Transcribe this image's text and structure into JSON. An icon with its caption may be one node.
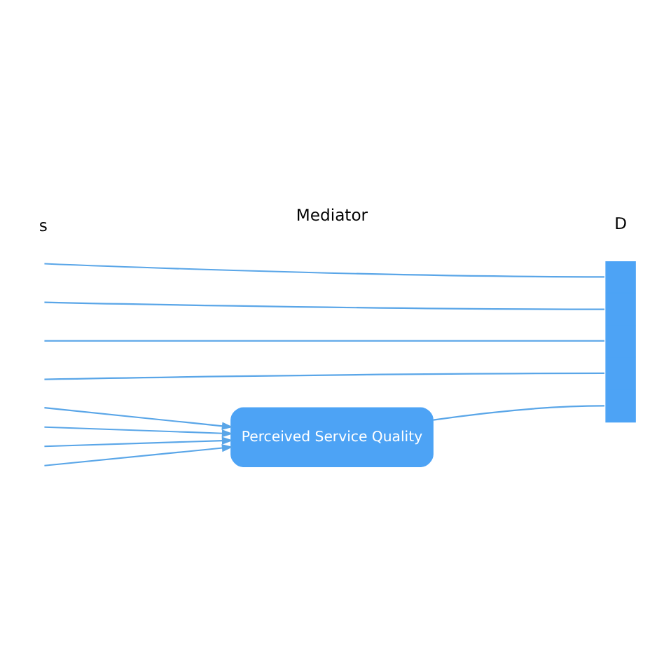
{
  "diagram": {
    "nodes": [
      {
        "text": [
          "Perceived Service Quality"
        ]
      },
      {
        "text": [],
        "shape": "box"
      }
    ],
    "edges": [
      {
        "from": null,
        "to": 0,
        "arrow": "to"
      },
      {
        "from": null,
        "to": 1,
        "arrow": "none"
      },
      {
        "from": null,
        "to": 0,
        "arrow": "to"
      },
      {
        "from": null,
        "to": 1,
        "arrow": "none"
      },
      {
        "from": null,
        "to": 0,
        "arrow": "to"
      },
      {
        "from": null,
        "to": 1,
        "arrow": "none"
      },
      {
        "from": null,
        "to": 0,
        "arrow": "to"
      },
      {
        "from": null,
        "to": 1,
        "arrow": "none"
      },
      {
        "from": 0,
        "to": 1,
        "arrow": "none"
      }
    ],
    "labels": [
      "s",
      "Mediator",
      "D"
    ]
  }
}
